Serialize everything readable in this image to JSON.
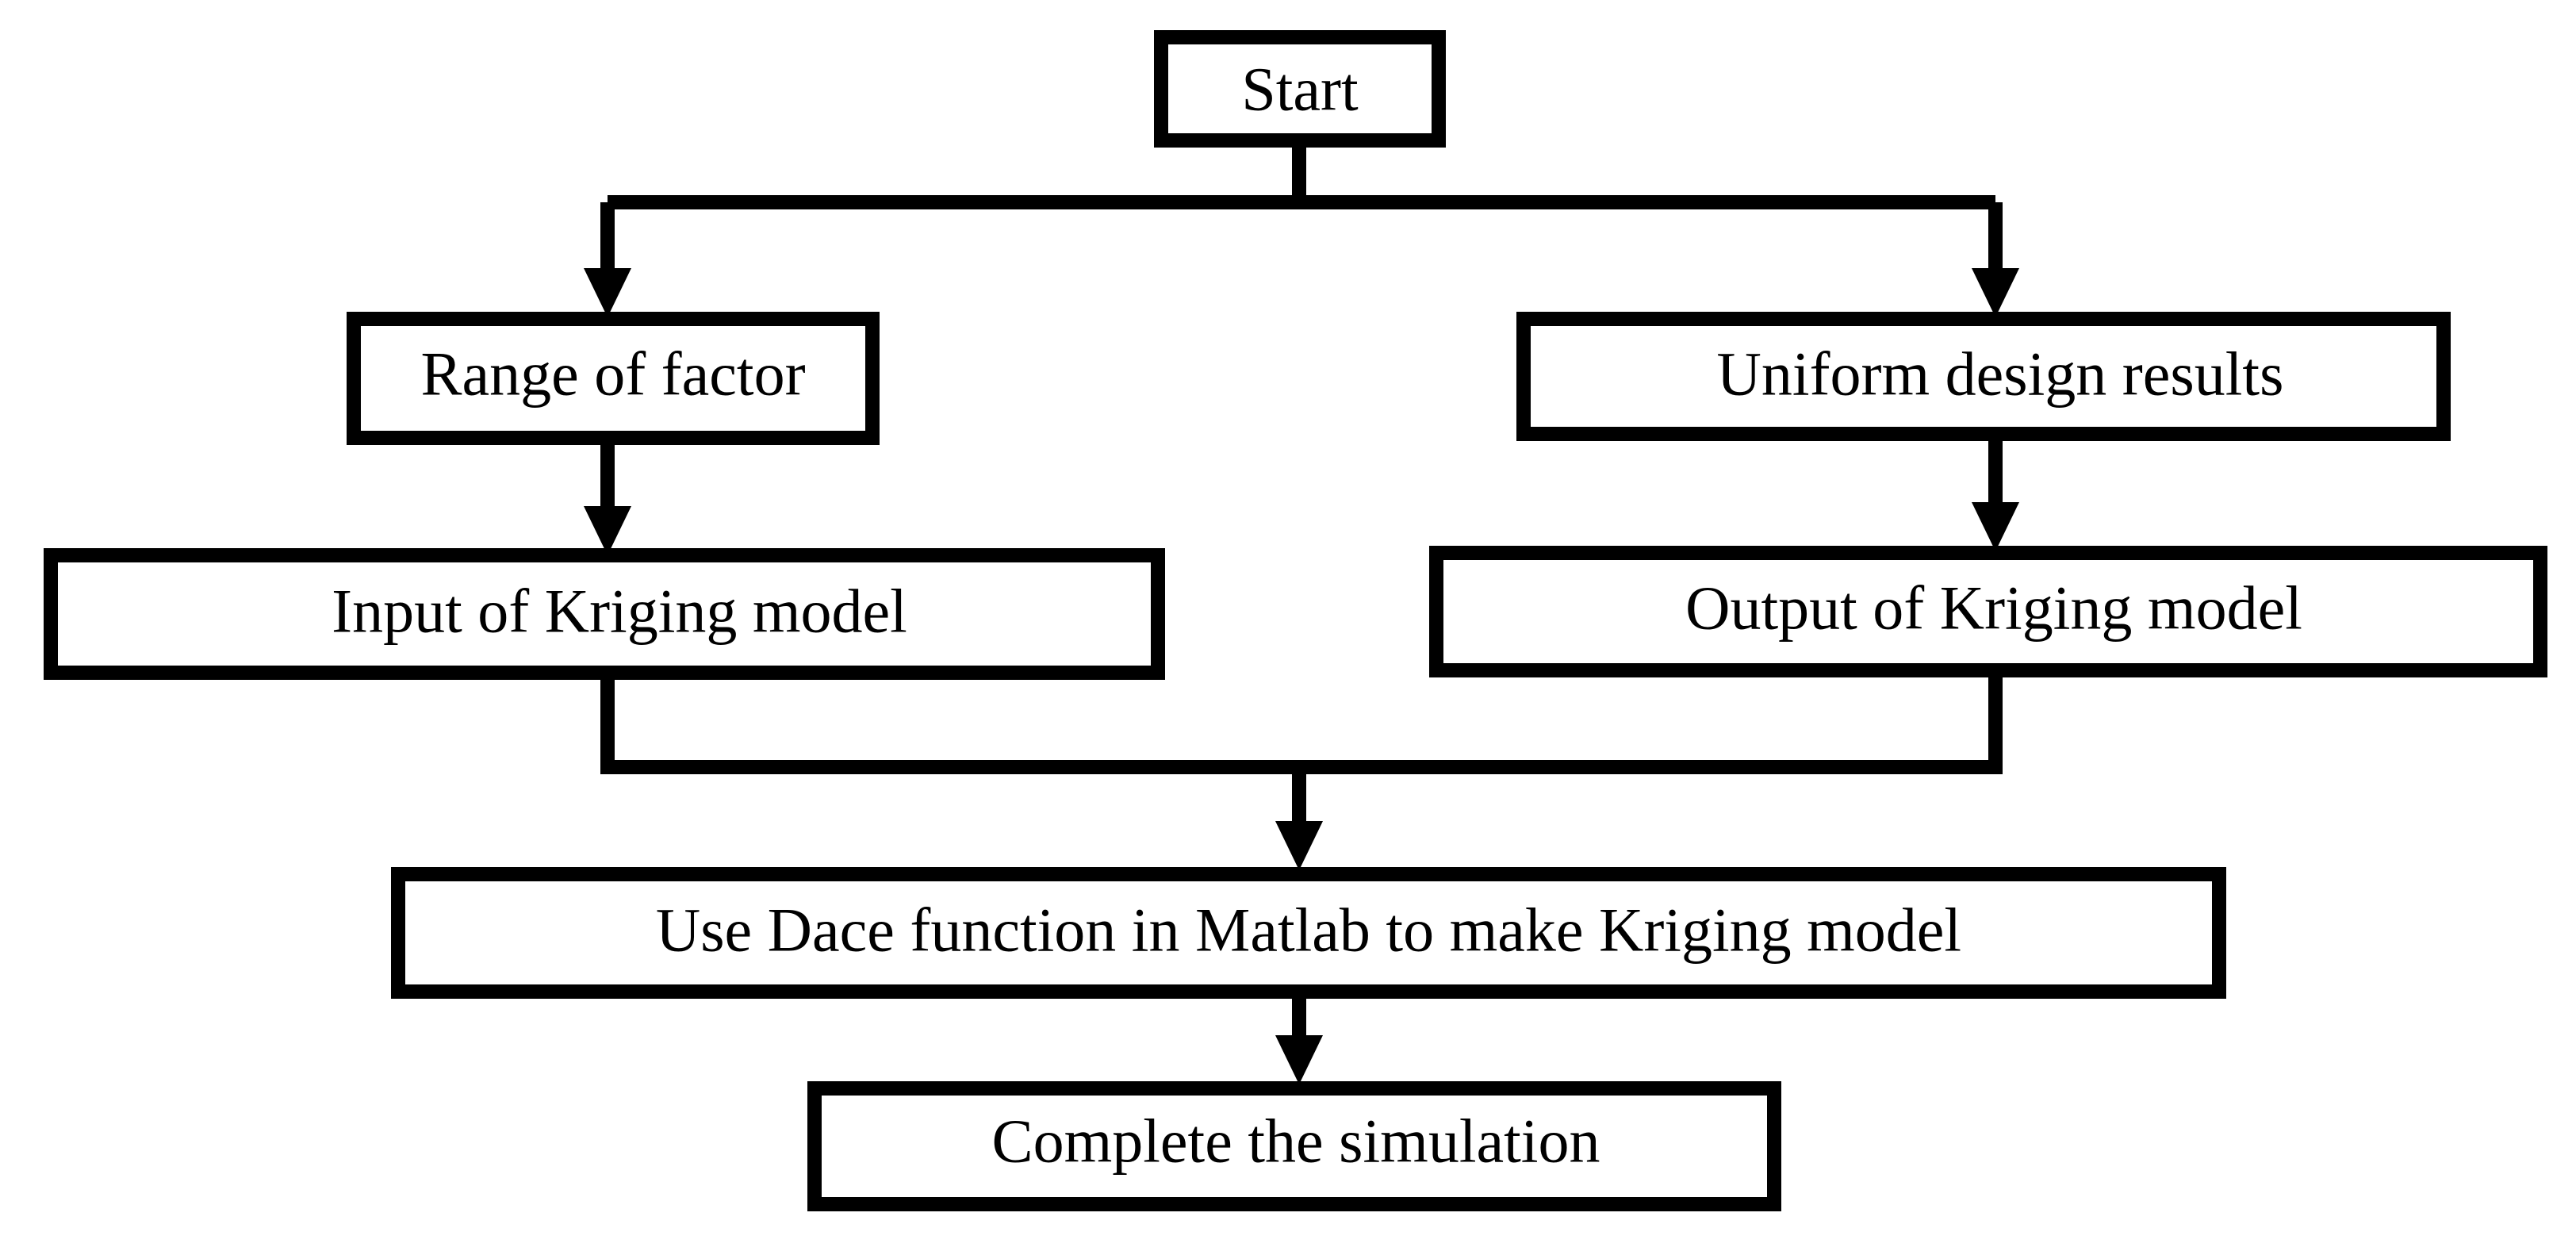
{
  "flowchart": {
    "nodes": {
      "start": "Start",
      "range_of_factor": "Range of factor",
      "uniform_design_results": "Uniform design results",
      "input_of_kriging_model": "Input of Kriging model",
      "output_of_kriging_model": "Output of Kriging model",
      "use_dace_function": "Use Dace function in Matlab to make Kriging model",
      "complete_simulation": "Complete the simulation"
    },
    "edges": [
      {
        "from": "start",
        "to": "range_of_factor"
      },
      {
        "from": "start",
        "to": "uniform_design_results"
      },
      {
        "from": "range_of_factor",
        "to": "input_of_kriging_model"
      },
      {
        "from": "uniform_design_results",
        "to": "output_of_kriging_model"
      },
      {
        "from": "input_of_kriging_model",
        "to": "use_dace_function"
      },
      {
        "from": "output_of_kriging_model",
        "to": "use_dace_function"
      },
      {
        "from": "use_dace_function",
        "to": "complete_simulation"
      }
    ]
  }
}
